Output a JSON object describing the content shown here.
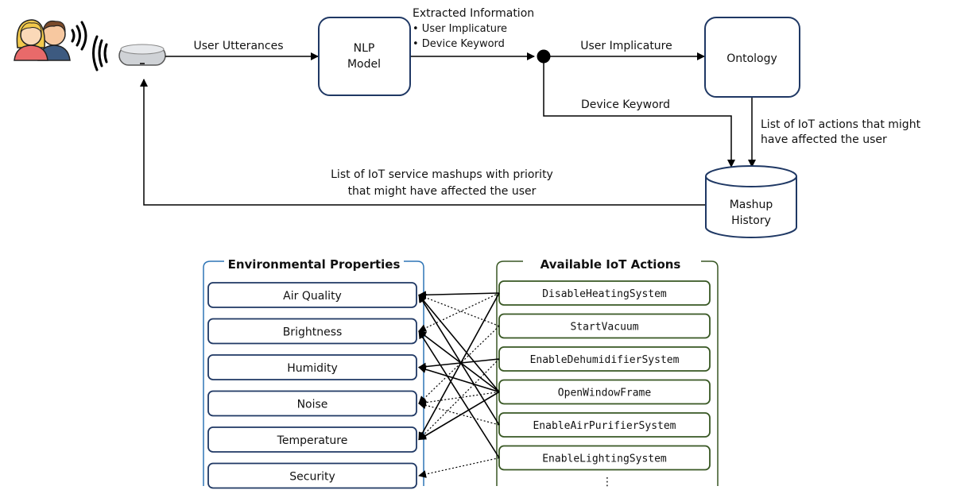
{
  "top": {
    "user_utterances": "User Utterances",
    "nlp_model": [
      "NLP",
      "Model"
    ],
    "extracted_title": "Extracted Information",
    "extracted_items": [
      "User Implicature",
      "Device Keyword"
    ],
    "user_implicature": "User Implicature",
    "ontology": "Ontology",
    "device_keyword": "Device Keyword",
    "iot_actions_note": [
      "List of IoT actions that might",
      "have affected the user"
    ],
    "mashup_history": [
      "Mashup",
      "History"
    ],
    "mashups_note": [
      "List of IoT service mashups with priority",
      "that might have affected the user"
    ]
  },
  "bottom": {
    "env_title": "Environmental Properties",
    "env_items": [
      "Air Quality",
      "Brightness",
      "Humidity",
      "Noise",
      "Temperature",
      "Security"
    ],
    "act_title": "Available IoT Actions",
    "act_items": [
      "DisableHeatingSystem",
      "StartVacuum",
      "EnableDehumidifierSystem",
      "OpenWindowFrame",
      "EnableAirPurifierSystem",
      "EnableLightingSystem"
    ],
    "act_more": "⋮",
    "links": [
      {
        "from": 0,
        "to": 0,
        "style": "solid"
      },
      {
        "from": 0,
        "to": 1,
        "style": "dotted"
      },
      {
        "from": 0,
        "to": 4,
        "style": "solid"
      },
      {
        "from": 1,
        "to": 0,
        "style": "dotted"
      },
      {
        "from": 1,
        "to": 3,
        "style": "dotted"
      },
      {
        "from": 2,
        "to": 2,
        "style": "solid"
      },
      {
        "from": 2,
        "to": 4,
        "style": "dotted"
      },
      {
        "from": 3,
        "to": 0,
        "style": "solid"
      },
      {
        "from": 3,
        "to": 1,
        "style": "solid"
      },
      {
        "from": 3,
        "to": 2,
        "style": "solid"
      },
      {
        "from": 3,
        "to": 3,
        "style": "dotted"
      },
      {
        "from": 3,
        "to": 4,
        "style": "solid"
      },
      {
        "from": 4,
        "to": 0,
        "style": "solid"
      },
      {
        "from": 4,
        "to": 3,
        "style": "dotted"
      },
      {
        "from": 5,
        "to": 1,
        "style": "solid"
      },
      {
        "from": 5,
        "to": 5,
        "style": "dotted"
      }
    ]
  },
  "colors": {
    "box_stroke": "#1f3864",
    "env_group": "#2e75b6",
    "act_group": "#385723"
  }
}
